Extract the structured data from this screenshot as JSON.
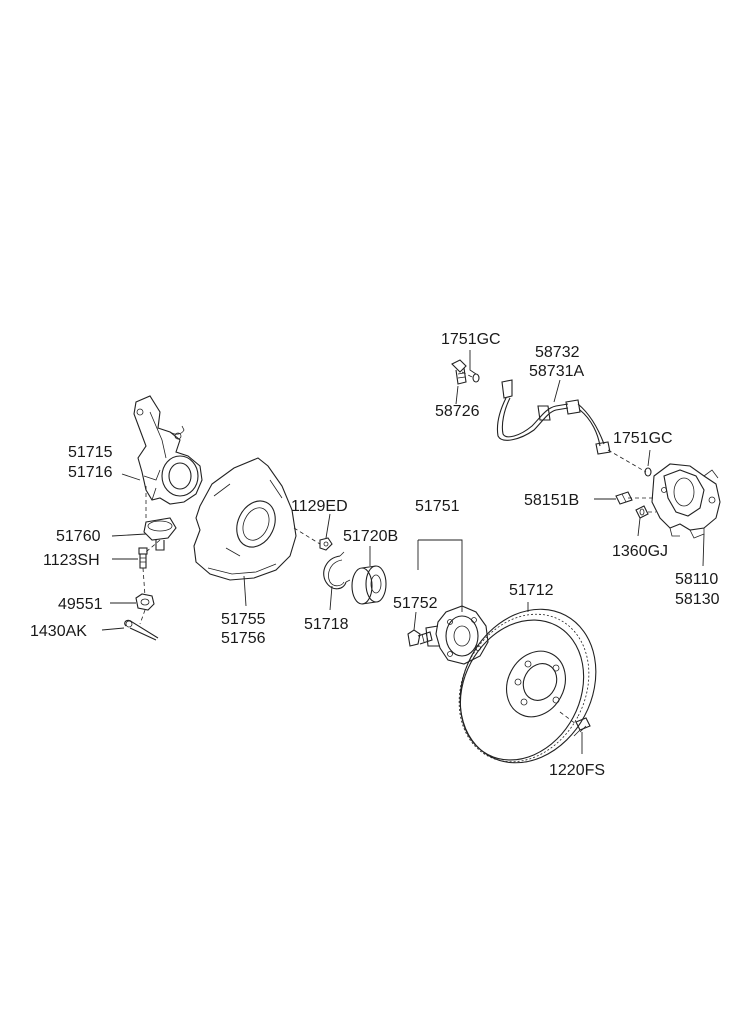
{
  "labels": {
    "p1751GC_top": "1751GC",
    "p58732": "58732",
    "p58731A": "58731A",
    "p58726": "58726",
    "p1751GC_right": "1751GC",
    "p51715": "51715",
    "p51716": "51716",
    "p58151B": "58151B",
    "p1129ED": "1129ED",
    "p51751": "51751",
    "p51720B": "51720B",
    "p51760": "51760",
    "p1360GJ": "1360GJ",
    "p1123SH": "1123SH",
    "p58110": "58110",
    "p51712": "51712",
    "p58130": "58130",
    "p49551": "49551",
    "p51752": "51752",
    "p51755": "51755",
    "p51718": "51718",
    "p1430AK": "1430AK",
    "p51756": "51756",
    "p1220FS": "1220FS"
  }
}
